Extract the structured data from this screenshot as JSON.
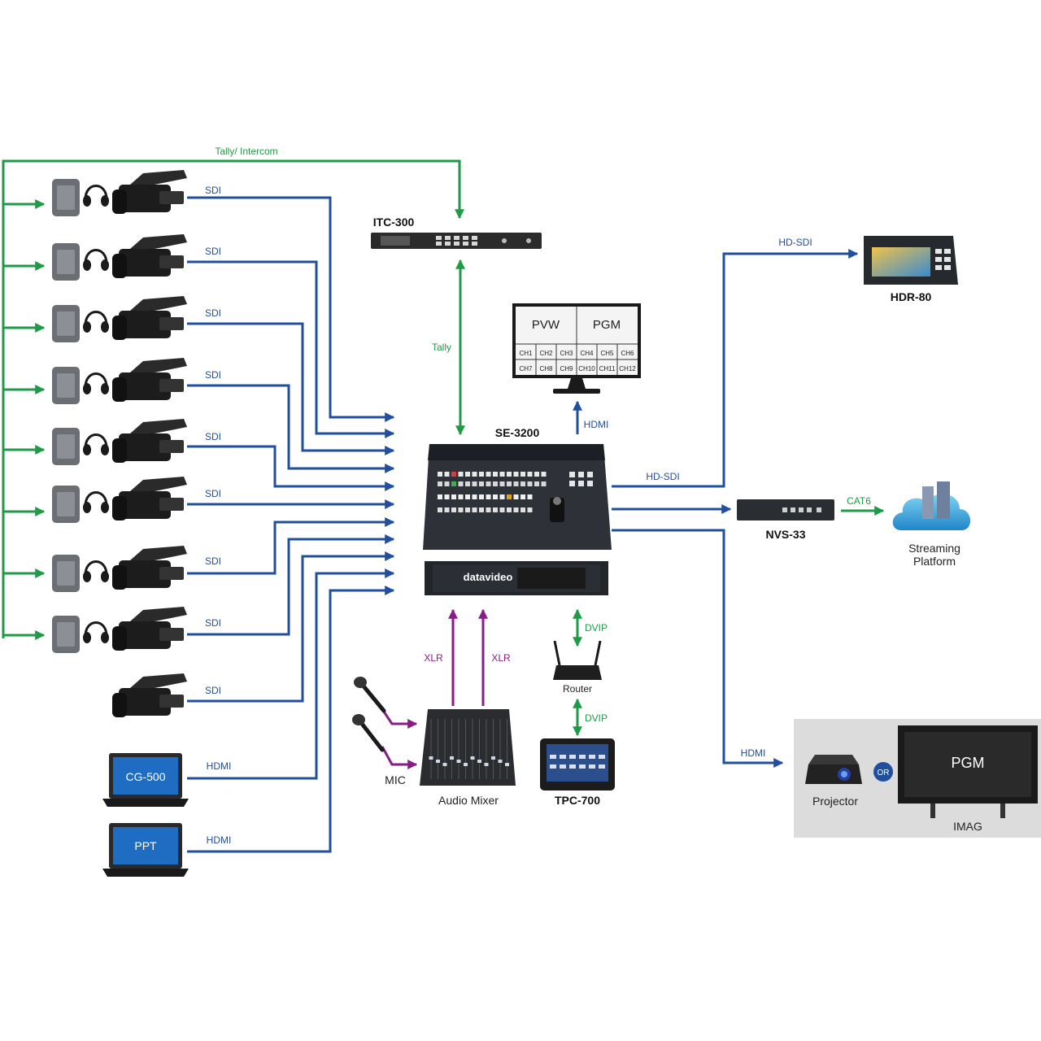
{
  "labels": {
    "tally_intercom": "Tally/ Intercom",
    "sdi": "SDI",
    "hdmi": "HDMI",
    "tally": "Tally",
    "hd_sdi": "HD-SDI",
    "cat6": "CAT6",
    "xlr": "XLR",
    "dvip": "DVIP",
    "or": "OR"
  },
  "devices": {
    "itc300": "ITC-300",
    "se3200": "SE-3200",
    "hdr80": "HDR-80",
    "nvs33": "NVS-33",
    "streaming_line1": "Streaming",
    "streaming_line2": "Platform",
    "router": "Router",
    "tpc700": "TPC-700",
    "audio_mixer": "Audio Mixer",
    "mic": "MIC",
    "projector": "Projector",
    "imag": "IMAG",
    "cg500": "CG-500",
    "ppt": "PPT",
    "datavideo": "datavideo"
  },
  "multiview": {
    "pvw": "PVW",
    "pgm": "PGM",
    "row1": [
      "CH1",
      "CH2",
      "CH3",
      "CH4",
      "CH5",
      "CH6"
    ],
    "row2": [
      "CH7",
      "CH8",
      "CH9",
      "CH10",
      "CH11",
      "CH12"
    ]
  },
  "imag_screen": "PGM",
  "colors": {
    "video": "#1f4f9e",
    "tally": "#1f9a47",
    "audio": "#8a1c8a"
  }
}
